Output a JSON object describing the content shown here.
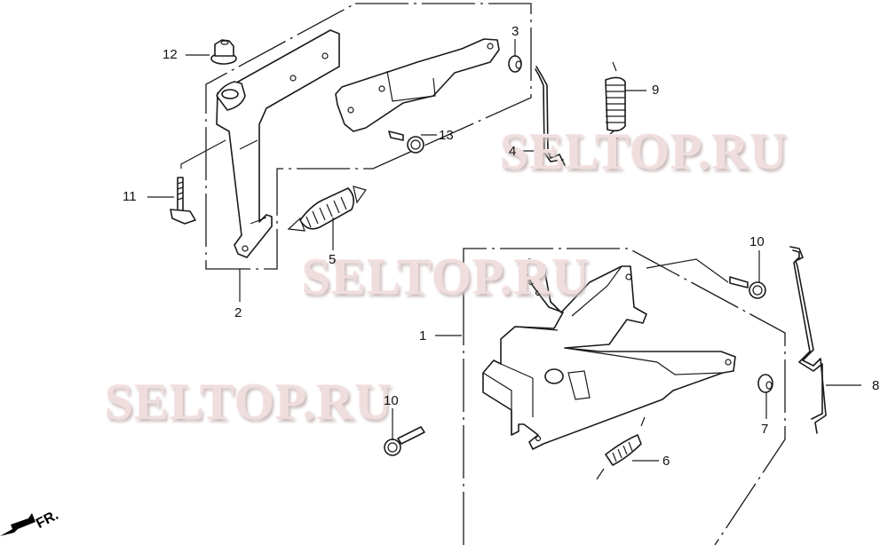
{
  "diagram": {
    "type": "exploded parts diagram",
    "watermark_text": "SELTOP.RU",
    "watermark_color": "#f0dede",
    "line_color": "#1a1a1a",
    "direction_indicator": "FR.",
    "callouts": [
      {
        "id": "1",
        "label": "1"
      },
      {
        "id": "2",
        "label": "2"
      },
      {
        "id": "3",
        "label": "3"
      },
      {
        "id": "4",
        "label": "4"
      },
      {
        "id": "5",
        "label": "5"
      },
      {
        "id": "6",
        "label": "6"
      },
      {
        "id": "7",
        "label": "7"
      },
      {
        "id": "8",
        "label": "8"
      },
      {
        "id": "9",
        "label": "9"
      },
      {
        "id": "10a",
        "label": "10"
      },
      {
        "id": "10b",
        "label": "10"
      },
      {
        "id": "11",
        "label": "11"
      },
      {
        "id": "12",
        "label": "12"
      },
      {
        "id": "13",
        "label": "13"
      }
    ]
  }
}
